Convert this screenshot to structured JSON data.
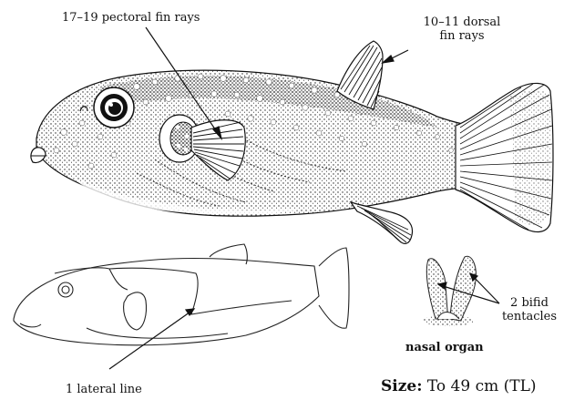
{
  "labels": {
    "pectoral_fin_rays": "17–19 pectoral fin rays",
    "dorsal_fin_rays_line1": "10–11 dorsal",
    "dorsal_fin_rays_line2": "fin rays",
    "bifid_line1": "2 bifid",
    "bifid_line2": "tentacles",
    "nasal_organ": "nasal organ",
    "lateral_line": "1 lateral line",
    "size_label": "Size:",
    "size_value": "To 49 cm (TL)"
  }
}
